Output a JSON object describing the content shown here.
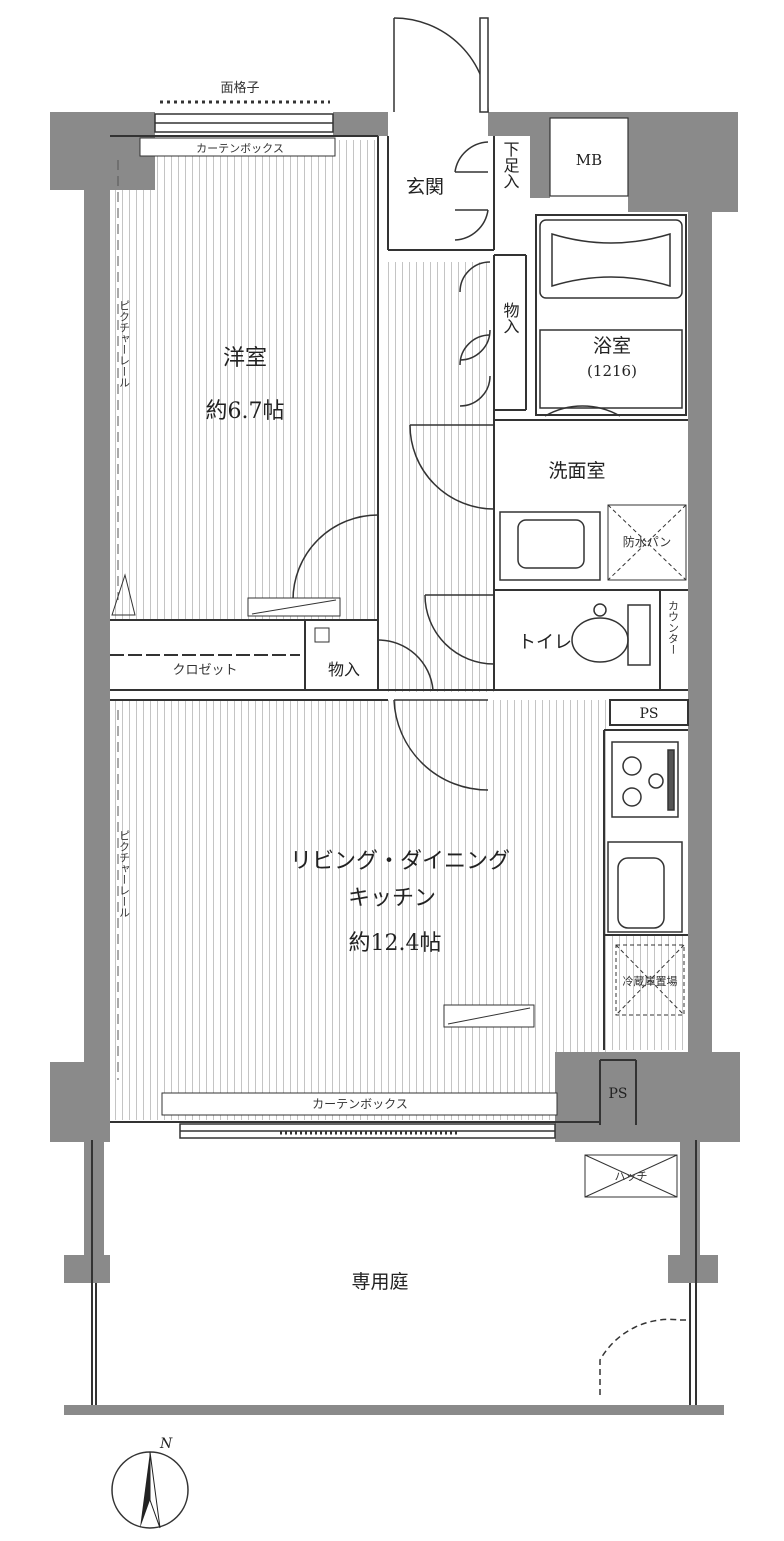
{
  "labels": {
    "window_grille": "面格子",
    "curtain_box_top": "カーテンボックス",
    "entrance": "玄関",
    "shoe_storage": "下足入",
    "mb": "MB",
    "western_room": "洋室",
    "western_room_size": "約6.7帖",
    "storage_hall": "物入",
    "bathroom": "浴室",
    "bathroom_size": "(1216)",
    "washroom": "洗面室",
    "waterproof_pan": "防水パン",
    "closet": "クロゼット",
    "storage_small": "物入",
    "toilet": "トイレ",
    "counter": "カウンター",
    "ps_top": "PS",
    "ldk_line1": "リビング・ダイニング",
    "ldk_line2": "キッチン",
    "ldk_size": "約12.4帖",
    "fridge_space": "冷蔵庫置場",
    "ps_bottom": "PS",
    "curtain_box_bottom": "カーテンボックス",
    "hatch": "ハッチ",
    "private_garden": "専用庭",
    "north": "N",
    "picture_rail_left": "ピクチャーレール",
    "picture_rail_lower": "ピクチャーレール"
  },
  "colors": {
    "wall": "#8a8a8a",
    "line": "#333333",
    "floor_stripe": "#bdbdbd"
  }
}
